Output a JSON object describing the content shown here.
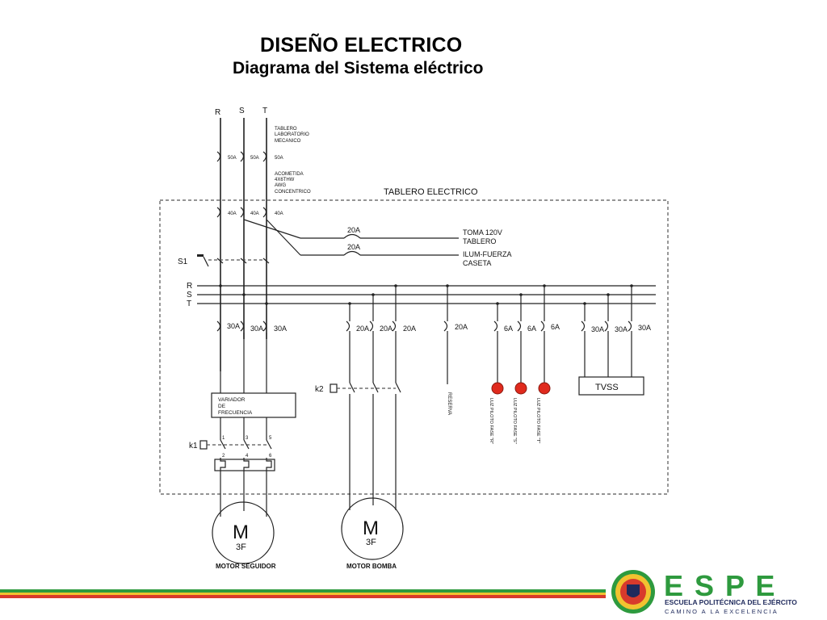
{
  "title": "DISEÑO ELECTRICO",
  "subtitle": "Diagrama del Sistema eléctrico",
  "diagram": {
    "phases": [
      "R",
      "S",
      "T"
    ],
    "bus_phases": [
      "R",
      "S",
      "T"
    ],
    "tablero_lab": [
      "TABLERO",
      "LABORATORIO",
      "MECANICO"
    ],
    "main_breakers": [
      "50A",
      "50A",
      "50A"
    ],
    "acometida": [
      "ACOMETIDA",
      "4X6THW",
      "AWG",
      "CONCENTRICO"
    ],
    "panel_title": "TABLERO ELECTRICO",
    "panel_breakers": [
      "40A",
      "40A",
      "40A"
    ],
    "toma_breaker": "20A",
    "toma_label": [
      "TOMA 120V",
      "TABLERO"
    ],
    "ilum_breaker": "20A",
    "ilum_label": [
      "ILUM-FUERZA",
      "CASETA"
    ],
    "s1": "S1",
    "seguidor_breakers": [
      "30A",
      "30A",
      "30A"
    ],
    "bomba_breakers": [
      "20A",
      "20A",
      "20A"
    ],
    "reserva_breaker": "20A",
    "reserva_label": "RESERVA",
    "pilot_breakers": [
      "6A",
      "6A",
      "6A"
    ],
    "pilot_labels": [
      "LUZ PILOTO FASE \"R\"",
      "LUZ PILOTO FASE \"S\"",
      "LUZ PILOTO FASE \"T\""
    ],
    "tvss_breakers": [
      "30A",
      "30A",
      "30A"
    ],
    "tvss": "TVSS",
    "k1": "k1",
    "k2": "k2",
    "variador": [
      "VARIADOR",
      "DE",
      "FRECUENCIA"
    ],
    "contact_top": [
      "1",
      "3",
      "5"
    ],
    "contact_bottom": [
      "2",
      "4",
      "6"
    ],
    "motor_letter": "M",
    "motor_3f": "3F",
    "motor_seguidor": "MOTOR SEGUIDOR",
    "motor_bomba": "MOTOR BOMBA"
  },
  "footer": {
    "brand": "E S P E",
    "line1": "ESCUELA POLITÉCNICA DEL EJÉRCITO",
    "line2": "CAMINO A LA EXCELENCIA",
    "colors": {
      "green": "#2e9a3e",
      "red": "#d83a2c",
      "yellow": "#f2c230",
      "navy": "#1f2a5c"
    }
  }
}
